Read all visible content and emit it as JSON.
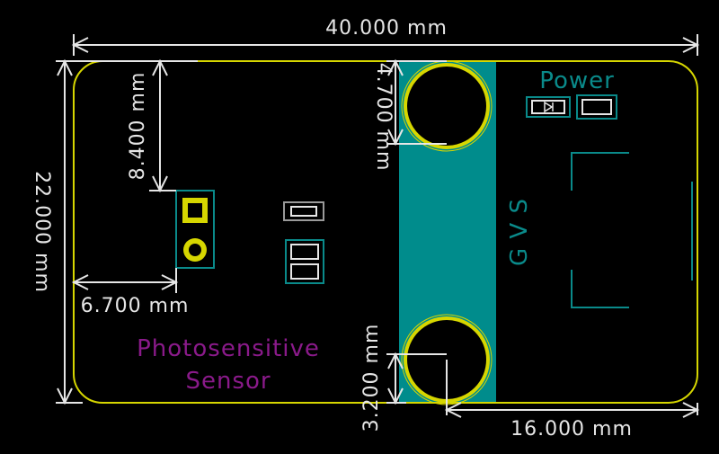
{
  "dimensions": {
    "width": "40.000 mm",
    "height": "22.000 mm",
    "top_offset": "8.400 mm",
    "left_offset": "6.700 mm",
    "hole_top": "4.700 mm",
    "hole_bottom": "3.200 mm",
    "right_offset": "16.000 mm"
  },
  "labels": {
    "product": [
      "Photosensitive",
      "Sensor"
    ],
    "power": "Power",
    "pins": "G V S"
  },
  "colors": {
    "background": "#000000",
    "board_outline": "#d6d600",
    "dimension": "#e6e6e6",
    "copper_teal": "#008c8c",
    "silk_purple": "#8a1a8a",
    "silk_teal": "#0a8a8a",
    "pad_yellow": "#d6d600"
  }
}
